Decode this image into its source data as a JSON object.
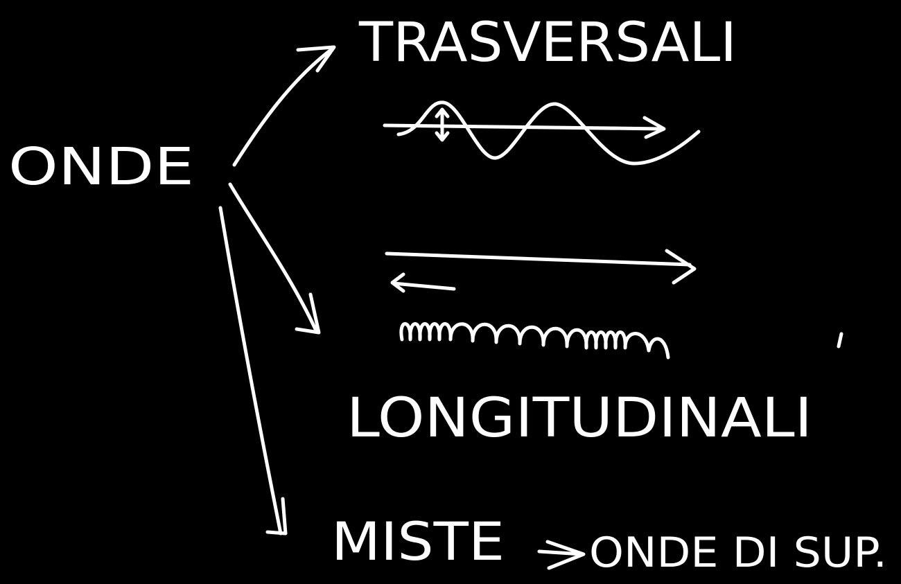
{
  "colors": {
    "background": "#000000",
    "ink": "#ffffff"
  },
  "diagram": {
    "root_label": "ONDE",
    "branches": [
      {
        "label": "TRASVERSALI"
      },
      {
        "label": "LONGITUDINALI"
      },
      {
        "label": "MISTE",
        "result_label": "ONDE DI SUP."
      }
    ]
  }
}
